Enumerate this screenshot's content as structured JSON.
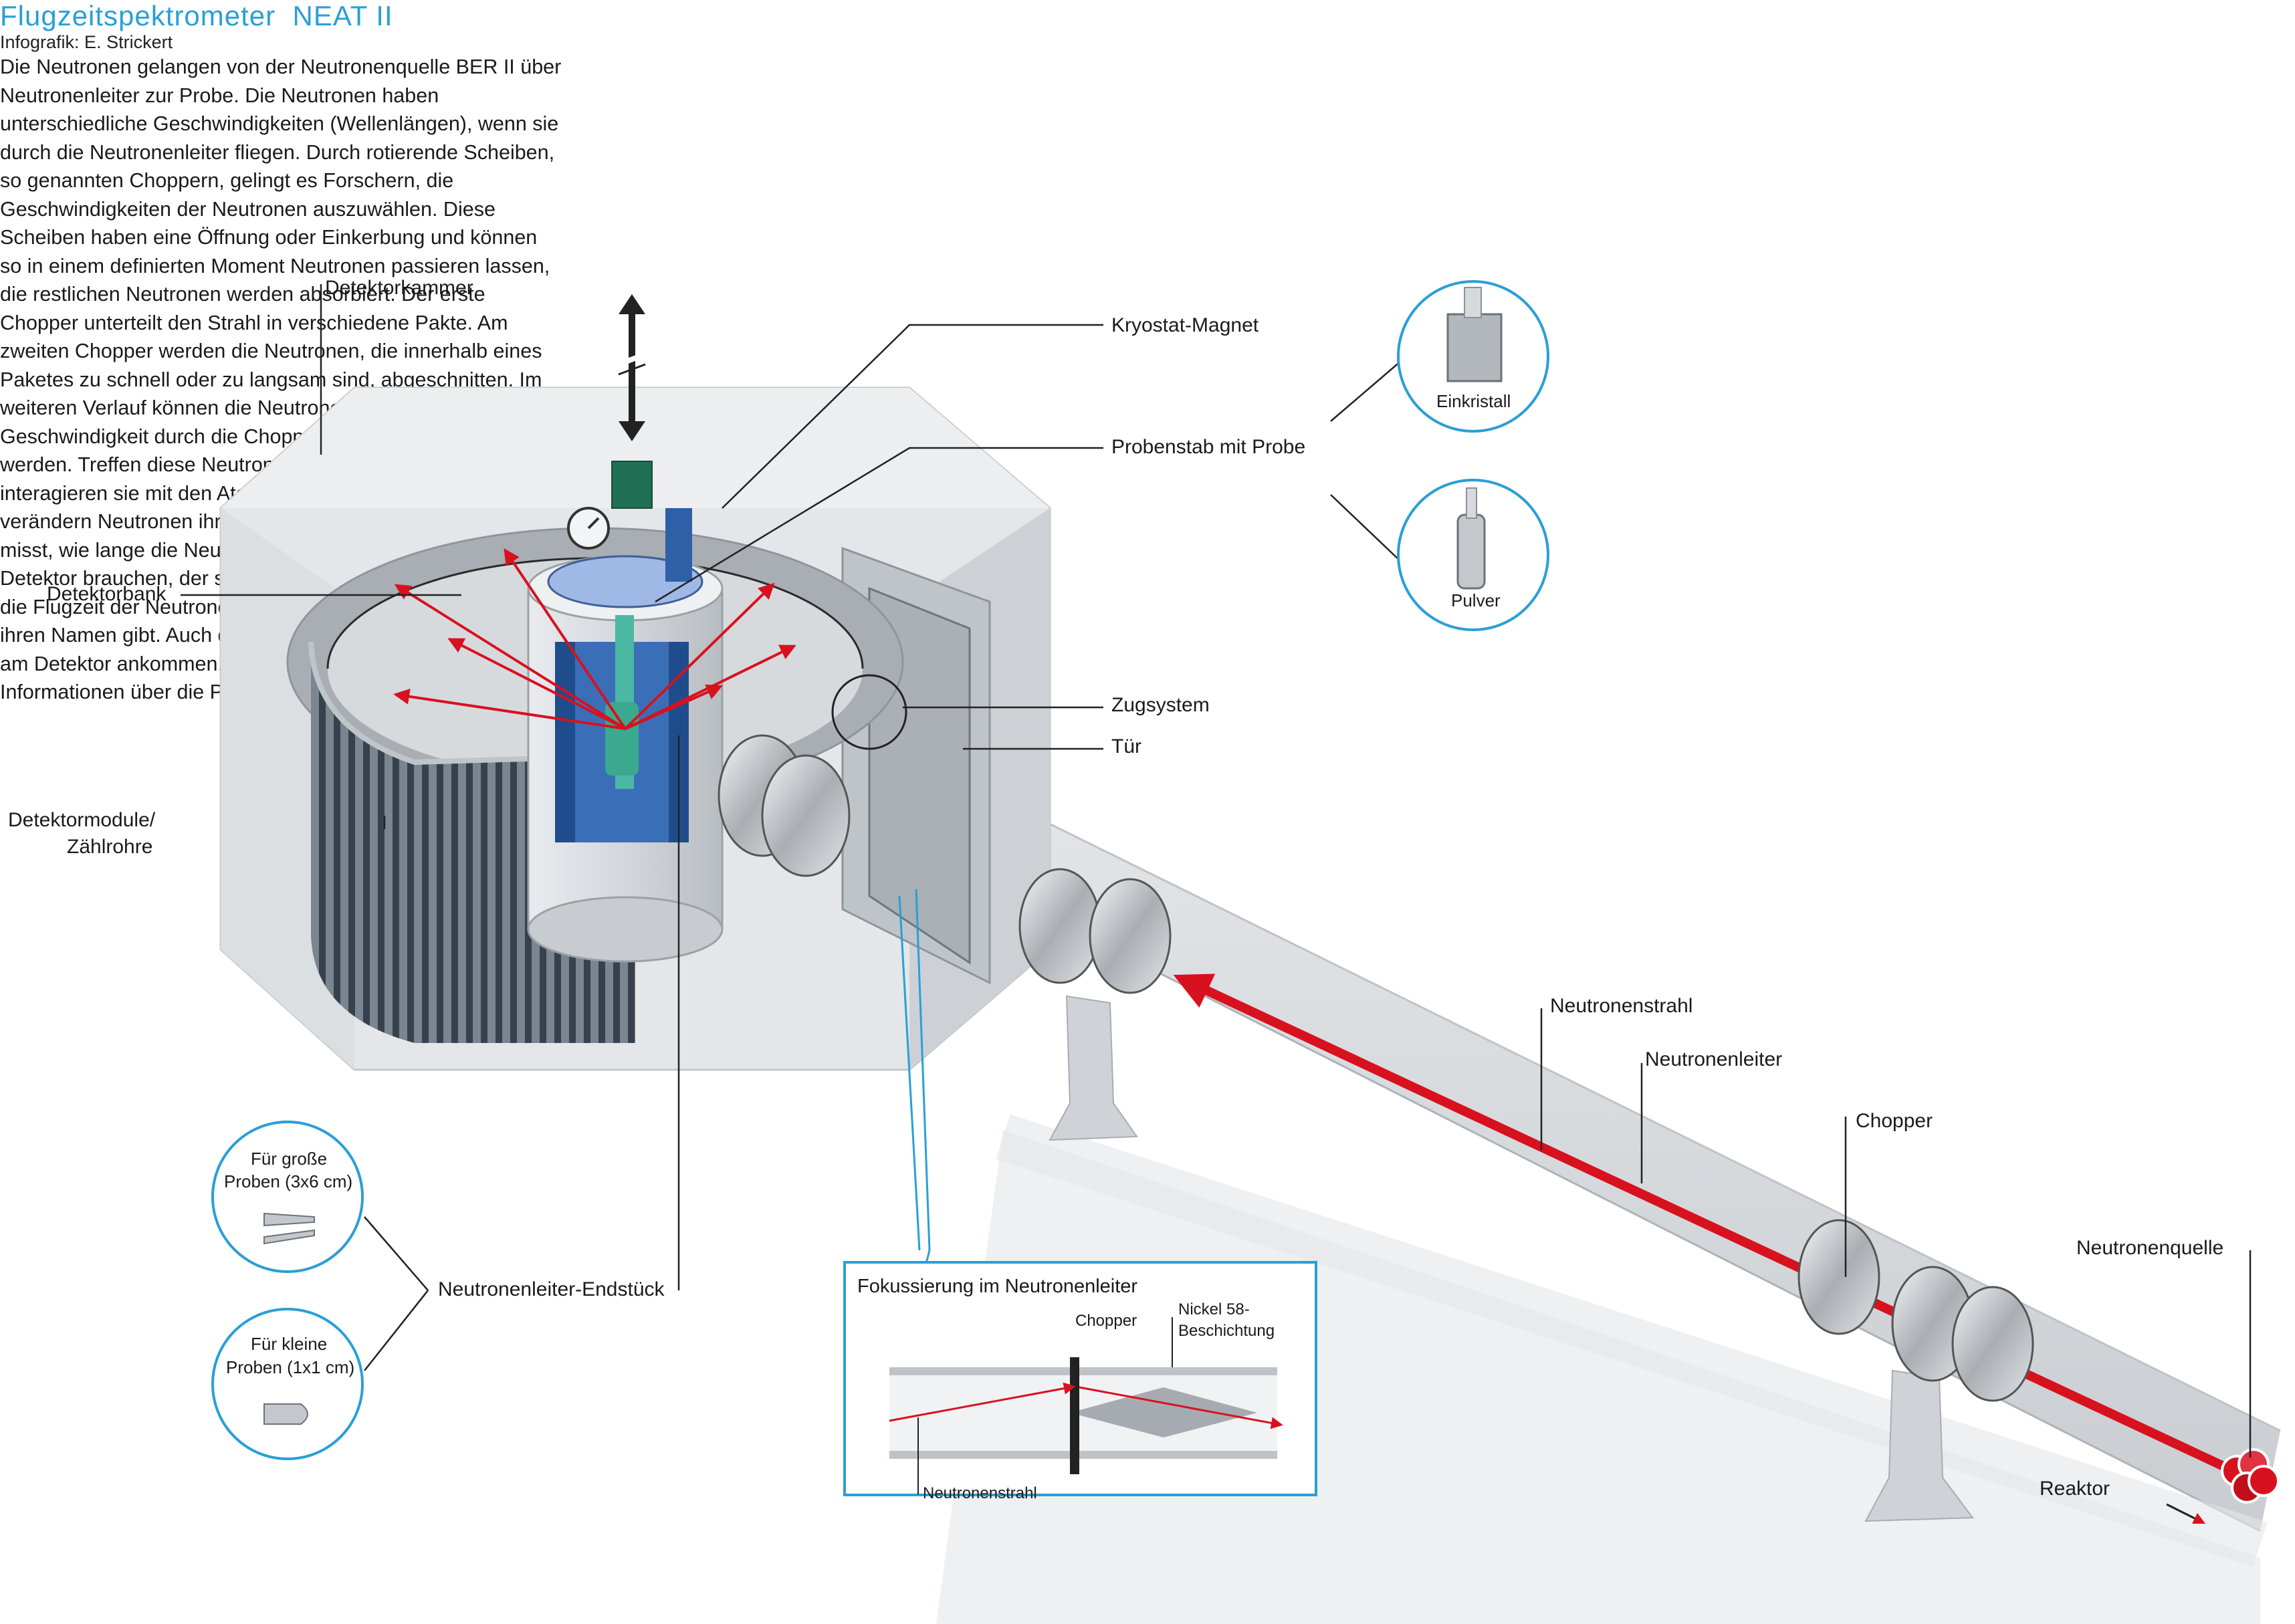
{
  "header": {
    "title": "Flugzeitspektrometer  NEAT II",
    "credit": "Infografik: E. Strickert"
  },
  "description": "Die Neutronen gelangen von der Neutronenquelle BER II über Neutronenleiter zur Probe. Die Neutronen haben unterschiedliche Geschwindigkeiten (Wellenlängen), wenn sie durch die Neutronenleiter fliegen. Durch rotierende Scheiben, so genannten Choppern, gelingt es Forschern, die Geschwindigkeiten der Neutronen auszuwählen. Diese Scheiben haben eine Öffnung oder Einkerbung und können so in einem definierten Moment Neutronen passieren lassen, die restlichen Neutronen werden absorbiert. Der erste Chopper unterteilt den Strahl in verschiedene Pakte. Am zweiten Chopper werden die Neutronen, die innerhalb eines Paketes zu schnell oder zu langsam sind, abgeschnitten. Im weiteren Verlauf können die Neutronen in der gewünschten Geschwindigkeit durch die Chopper immer feiner herausfiltert werden. Treffen diese Neutronen dann auf eine Probe, so interagieren sie mit den Atomen in der Probe. Dadurch verändern Neutronen ihre Geschwindigkeit. Der Detektor misst, wie lange die Neutronen für den Weg von der Probe bis Detektor brauchen, der sie einfängt. Es wird also tatsächlich die Flugzeit der Neutronen bestimmt, die dieser Methode ihren Namen gibt. Auch die Richtung, mit der die Neutronen am Detektor ankommen, wird gemessen und enthält wichtige Informationen über die  Probe.",
  "labels": {
    "detektorkammer": "Detektorkammer",
    "kryostat": "Kryostat-Magnet",
    "probenstab": "Probenstab mit Probe",
    "detektorbank": "Detektorbank",
    "zugsystem": "Zugsystem",
    "tuer": "Tür",
    "detektormodule": "Detektormodule/",
    "zaehlrohre": "Zählrohre",
    "neutronenstrahl": "Neutronenstrahl",
    "neutronenleiter": "Neutronenleiter",
    "chopper": "Chopper",
    "neutronenquelle": "Neutronenquelle",
    "reaktor": "Reaktor",
    "endstueck": "Neutronenleiter-Endstück"
  },
  "sample_circles": {
    "einkristall": "Einkristall",
    "pulver": "Pulver"
  },
  "endstueck_circles": {
    "gross_line1": "Für große",
    "gross_line2": "Proben (3x6 cm)",
    "klein_line1": "Für kleine",
    "klein_line2": "Proben (1x1 cm)"
  },
  "inset": {
    "title": "Fokussierung im Neutronenleiter",
    "chopper": "Chopper",
    "nickel_line1": "Nickel 58-",
    "nickel_line2": "Beschichtung",
    "neutronenstrahl": "Neutronenstrahl"
  },
  "colors": {
    "accent_blue": "#2a9fd6",
    "beam_red": "#d8111f",
    "guide_grey": "#d9dcdf"
  }
}
